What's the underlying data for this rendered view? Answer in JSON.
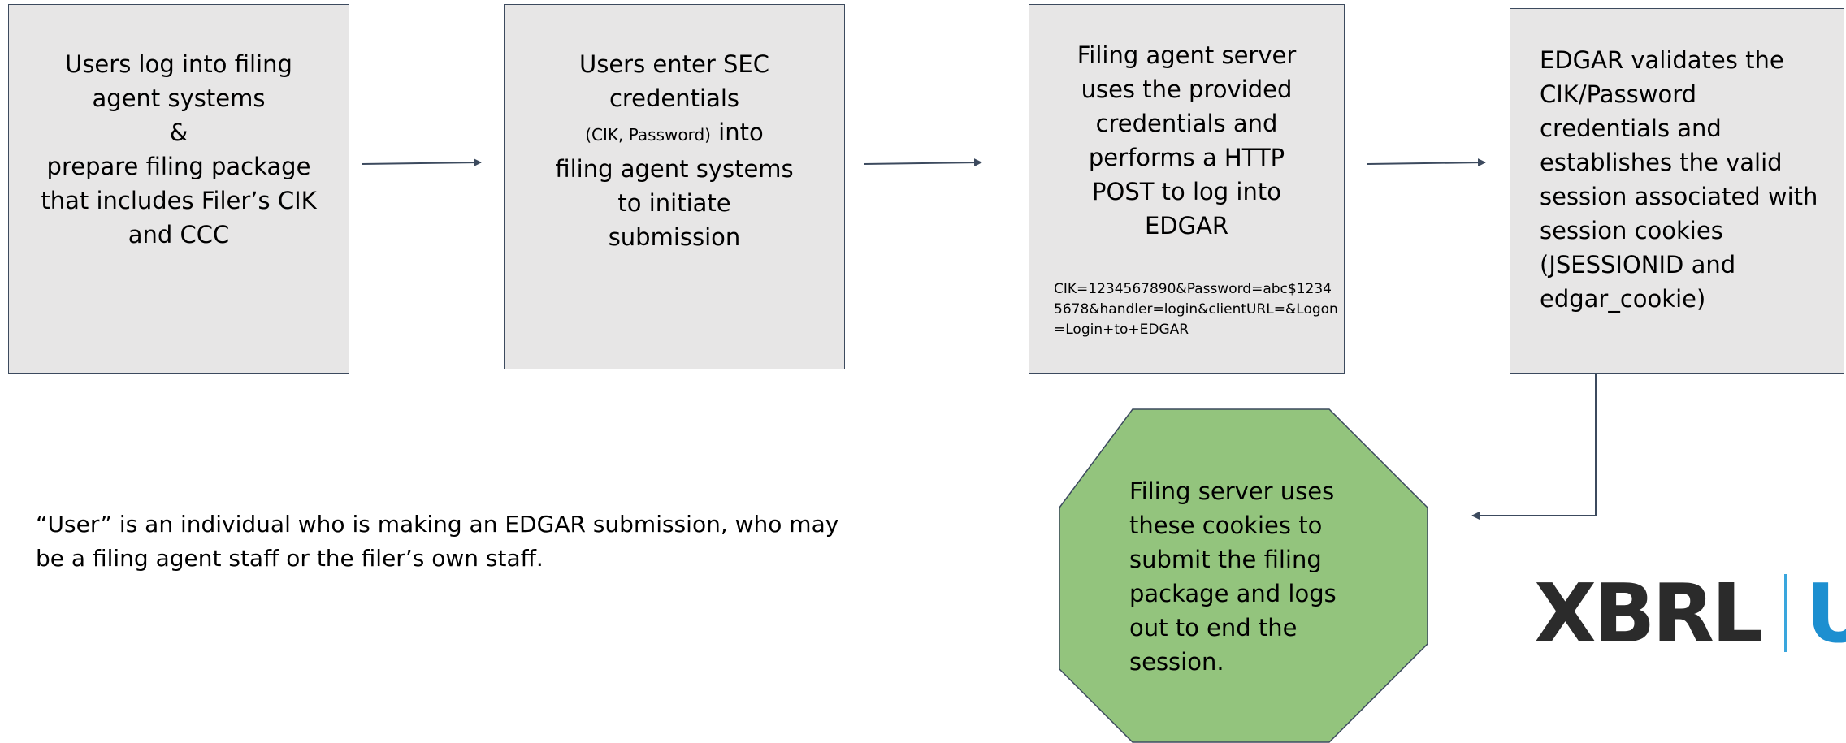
{
  "boxes": {
    "box1": {
      "lines": [
        "Users log into filing",
        "agent systems",
        "&",
        "prepare filing package",
        "that includes Filer’s CIK",
        "and CCC"
      ]
    },
    "box2": {
      "line1": "Users enter SEC",
      "line2": "credentials",
      "line3_small": "(CIK, Password)",
      "line3_rest": " into",
      "line4": "filing agent systems",
      "line5": "to initiate",
      "line6": "submission"
    },
    "box3": {
      "lines": [
        "Filing agent server",
        "uses the provided",
        "credentials and",
        "performs a HTTP",
        "POST to log into",
        "EDGAR"
      ],
      "post_body": "CIK=1234567890&Password=abc$12345678&handler=login&clientURL=&Logon=Login+to+EDGAR"
    },
    "box4": {
      "lines": [
        "EDGAR validates the",
        "CIK/Password",
        "credentials and",
        "establishes the valid",
        "session associated with",
        "session cookies",
        "(JSESSIONID and",
        "edgar_cookie)"
      ]
    }
  },
  "octagon": {
    "lines": [
      "Filing server uses",
      "these cookies to",
      "submit the filing",
      "package and logs",
      "out to end the",
      "session."
    ],
    "fill": "#93c47d"
  },
  "note": {
    "line1": "“User” is an individual who is making an EDGAR submission, who may",
    "line2": "be a filing agent staff or the filer’s own staff."
  },
  "logo": {
    "text_x": "X",
    "text_brl": "BRL",
    "text_us": "US"
  },
  "colors": {
    "box_fill": "#e7e6e6",
    "box_border": "#3c4a5e",
    "arrow": "#3c4a5e",
    "octagon_fill": "#93c47d",
    "logo_blue": "#1d8fd0"
  }
}
